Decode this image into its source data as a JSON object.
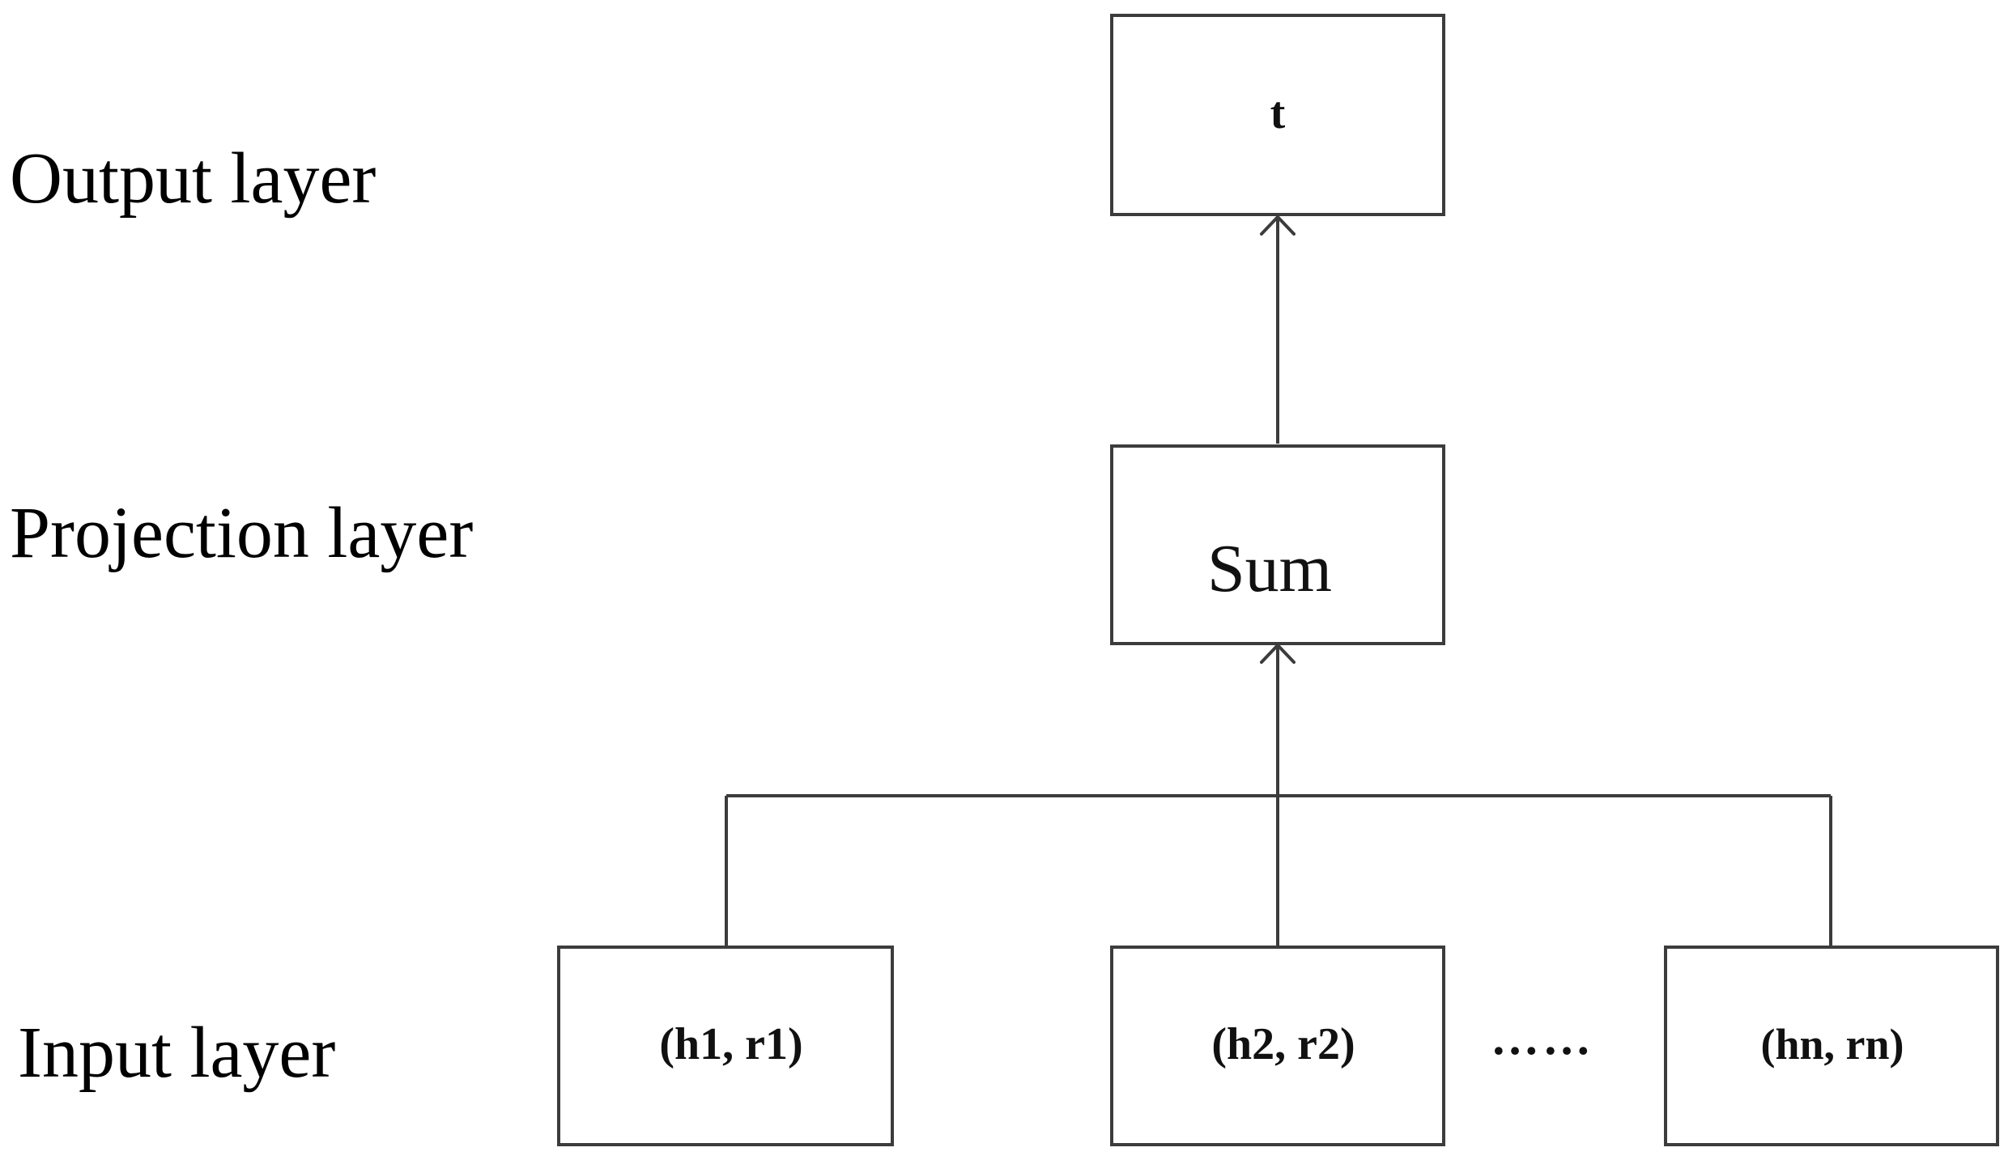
{
  "layers": {
    "output": "Output layer",
    "projection": "Projection layer",
    "input": "Input layer"
  },
  "nodes": {
    "output": "t",
    "projection": "Sum",
    "inputs": [
      "(h1, r1)",
      "(h2, r2)",
      "(hn, rn)"
    ]
  },
  "ellipsis": "……"
}
